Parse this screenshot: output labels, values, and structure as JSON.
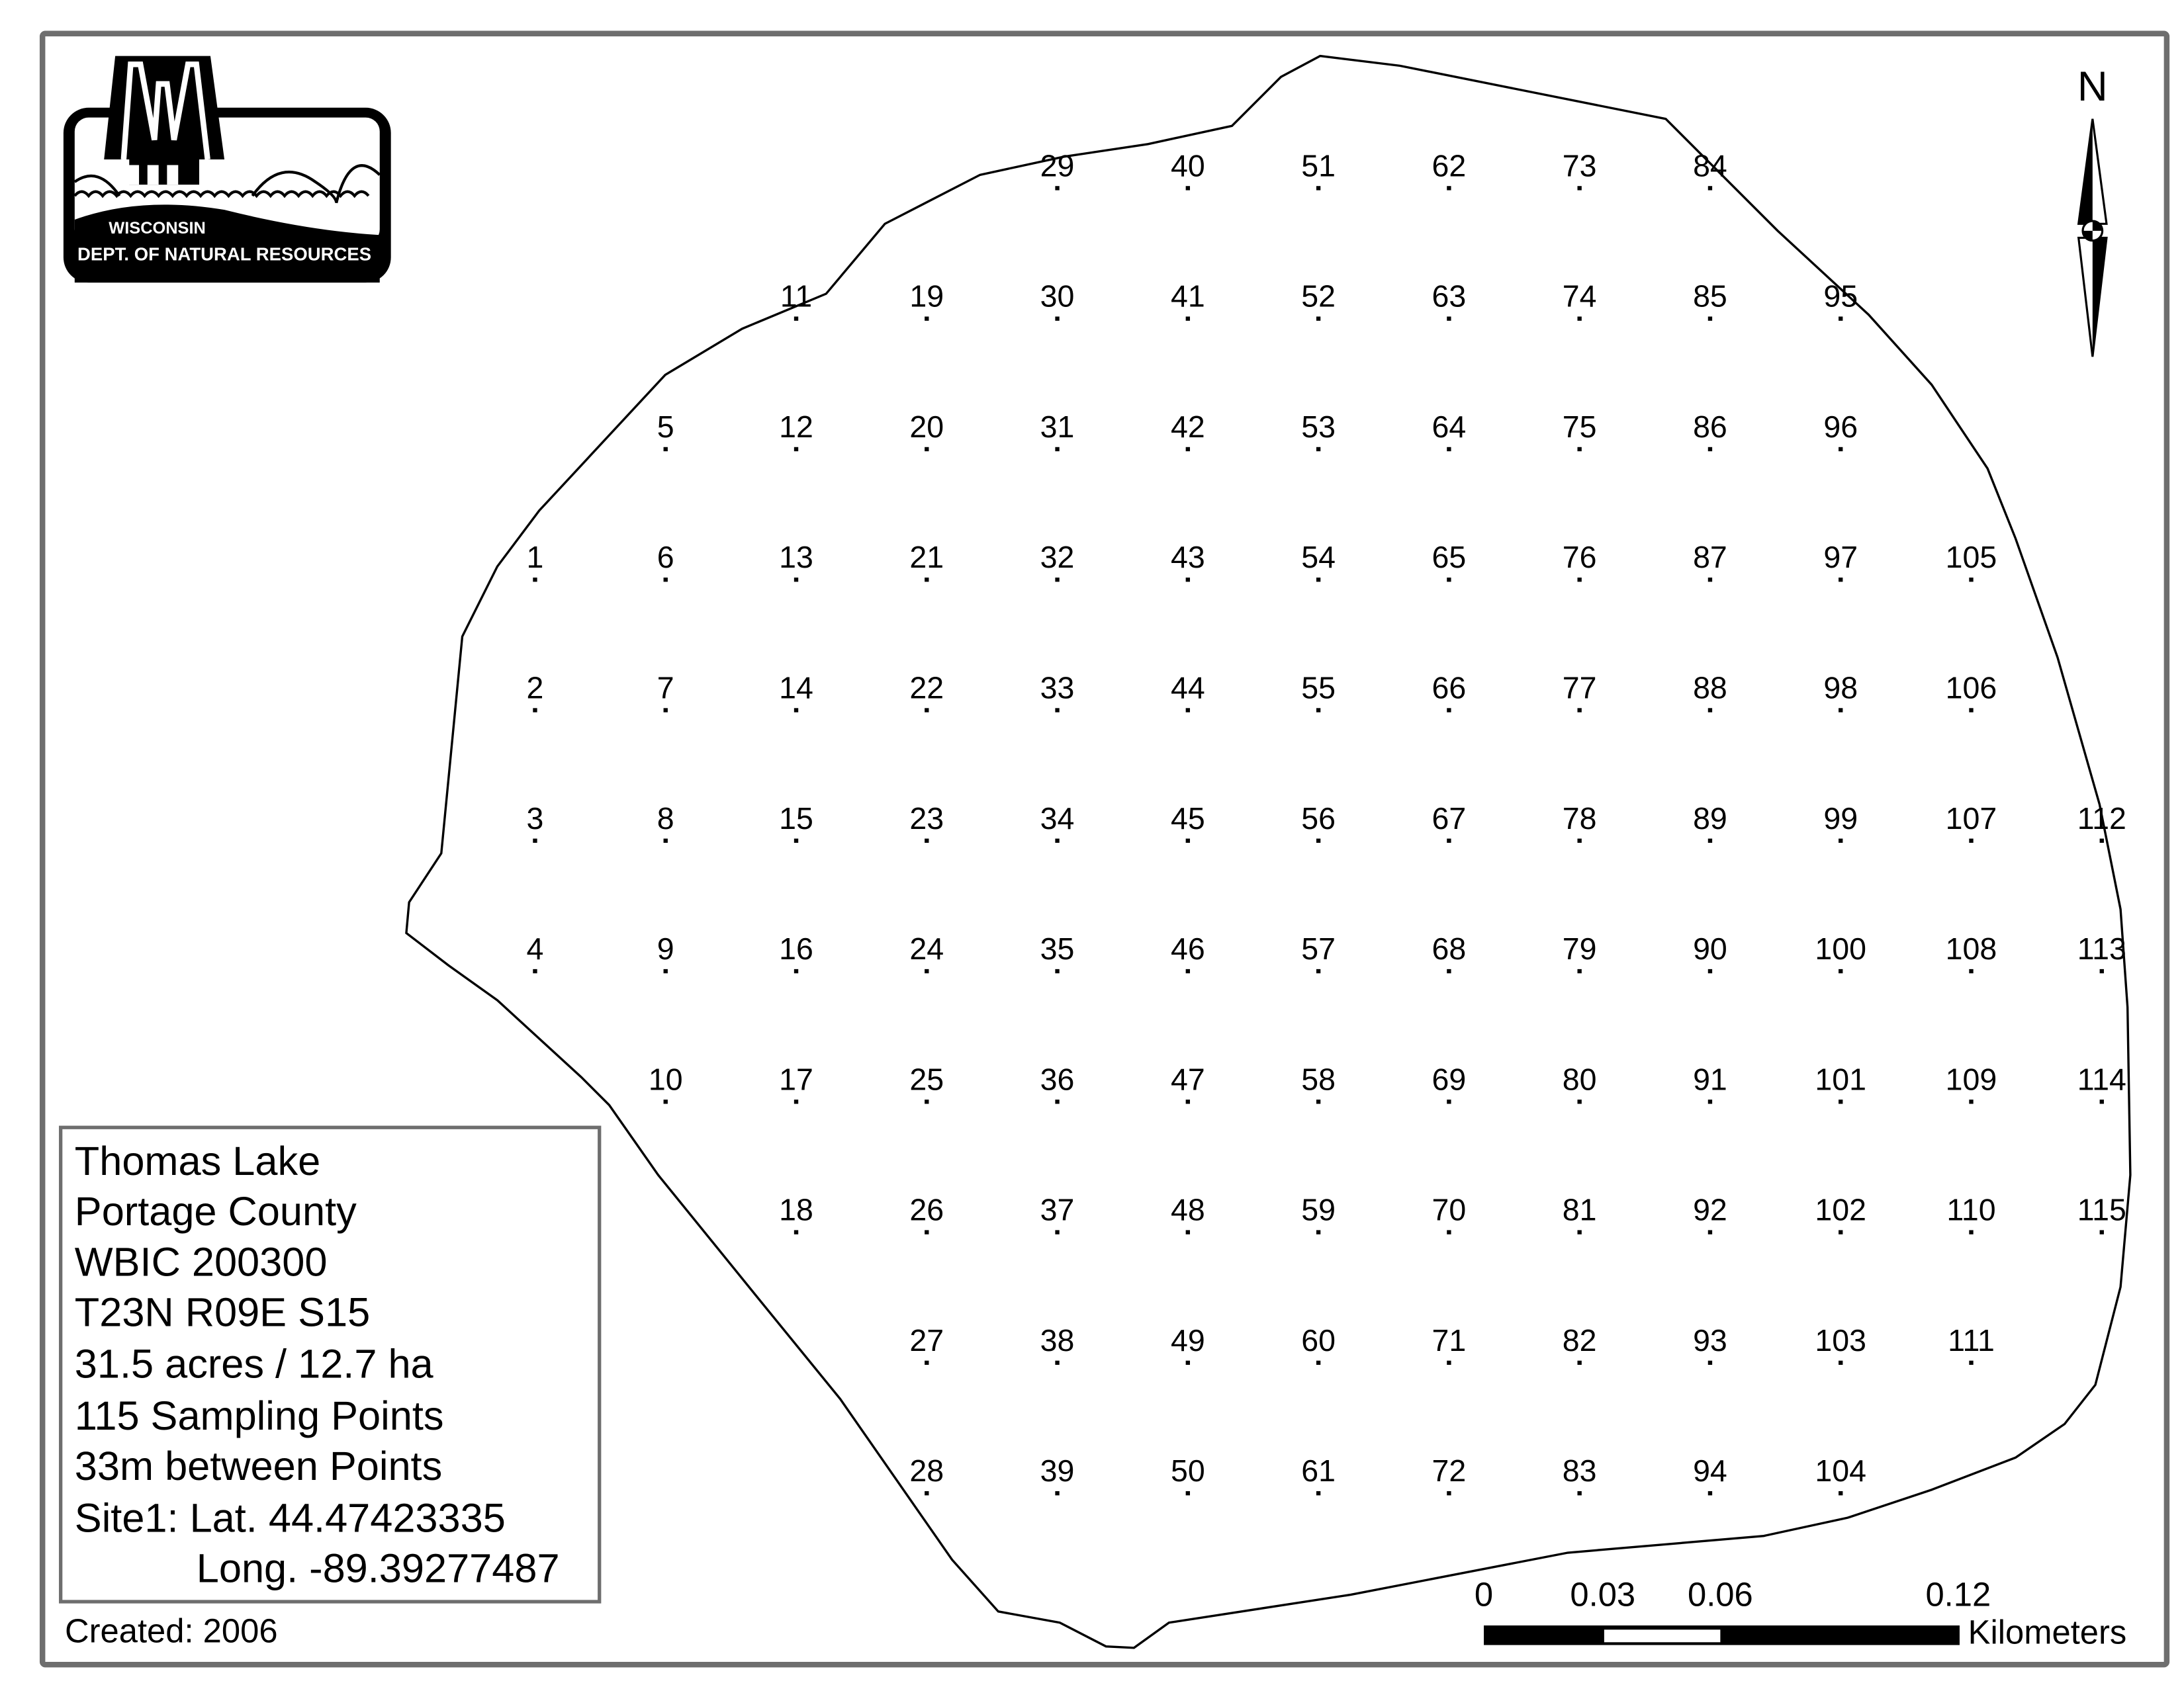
{
  "logo": {
    "line1": "WISCONSIN",
    "line2": "DEPT. OF NATURAL RESOURCES",
    "icon": "wdnr-logo"
  },
  "north_arrow": {
    "label": "N",
    "icon": "north-arrow-icon"
  },
  "info_box": {
    "lines": [
      "Thomas Lake",
      "Portage County",
      "WBIC 200300",
      "T23N R09E S15",
      "31.5 acres / 12.7 ha",
      "115 Sampling Points",
      "33m between Points",
      "Site1: Lat. 44.47423335",
      "Long. -89.39277487"
    ]
  },
  "created": "Created: 2006",
  "scale_bar": {
    "ticks": [
      "0",
      "0.03",
      "0.06",
      "0.12"
    ],
    "units": "Kilometers"
  },
  "sampling_point_columns": [
    [
      "1",
      "2",
      "3",
      "4"
    ],
    [
      "5",
      "6",
      "7",
      "8",
      "9",
      "10"
    ],
    [
      "11",
      "12",
      "13",
      "14",
      "15",
      "16",
      "17",
      "18"
    ],
    [
      "19",
      "20",
      "21",
      "22",
      "23",
      "24",
      "25",
      "26",
      "27",
      "28"
    ],
    [
      "29",
      "30",
      "31",
      "32",
      "33",
      "34",
      "35",
      "36",
      "37",
      "38",
      "39"
    ],
    [
      "40",
      "41",
      "42",
      "43",
      "44",
      "45",
      "46",
      "47",
      "48",
      "49",
      "50"
    ],
    [
      "51",
      "52",
      "53",
      "54",
      "55",
      "56",
      "57",
      "58",
      "59",
      "60",
      "61"
    ],
    [
      "62",
      "63",
      "64",
      "65",
      "66",
      "67",
      "68",
      "69",
      "70",
      "71",
      "72"
    ],
    [
      "73",
      "74",
      "75",
      "76",
      "77",
      "78",
      "79",
      "80",
      "81",
      "82",
      "83"
    ],
    [
      "84",
      "85",
      "86",
      "87",
      "88",
      "89",
      "90",
      "91",
      "92",
      "93",
      "94"
    ],
    [
      "95",
      "96",
      "97",
      "98",
      "99",
      "100",
      "101",
      "102",
      "103",
      "104"
    ],
    [
      "105",
      "106",
      "107",
      "108",
      "109",
      "110",
      "111"
    ],
    [
      "112",
      "113",
      "114",
      "115"
    ]
  ]
}
